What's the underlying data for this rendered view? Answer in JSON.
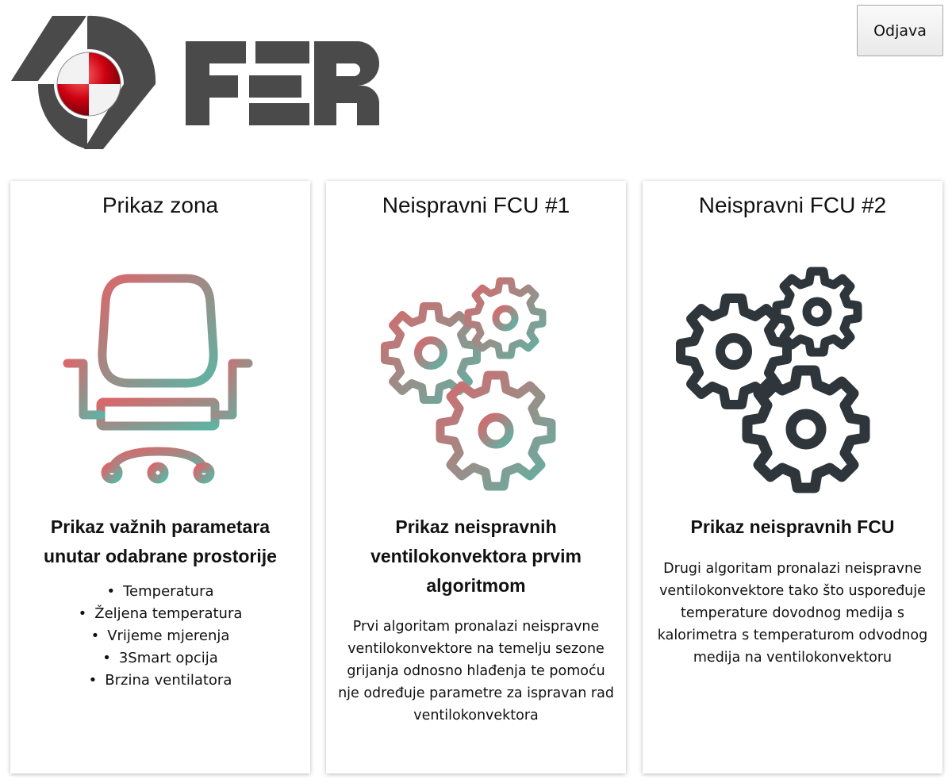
{
  "header": {
    "logo_text": "FER",
    "logout_label": "Odjava"
  },
  "colors": {
    "logo_gray": "#4a4a4a",
    "logo_red": "#cc0010",
    "gradient_start": "#d9676b",
    "gradient_end": "#5eb3a4",
    "gear_dark": "#2f363b"
  },
  "cards": [
    {
      "title": "Prikaz zona",
      "icon": "office-chair-icon",
      "heading": "Prikaz važnih parametara unutar odabrane prostorije",
      "items": [
        "Temperatura",
        "Željena temperatura",
        "Vrijeme mjerenja",
        "3Smart opcija",
        "Brzina ventilatora"
      ]
    },
    {
      "title": "Neispravni FCU #1",
      "icon": "gears-icon",
      "heading": "Prikaz neispravnih ventilokonvektora prvim algoritmom",
      "text": "Prvi algoritam pronalazi neispravne ventilokonvektore na temelju sezone grijanja odnosno hlađenja te pomoću nje određuje parametre za ispravan rad ventilokonvektora"
    },
    {
      "title": "Neispravni FCU #2",
      "icon": "gears-icon",
      "heading": "Prikaz neispravnih FCU",
      "text": "Drugi algoritam pronalazi neispravne ventilokonvektore tako što uspoređuje temperature dovodnog medija s kalorimetra s temperaturom odvodnog medija na ventilokonvektoru"
    }
  ]
}
